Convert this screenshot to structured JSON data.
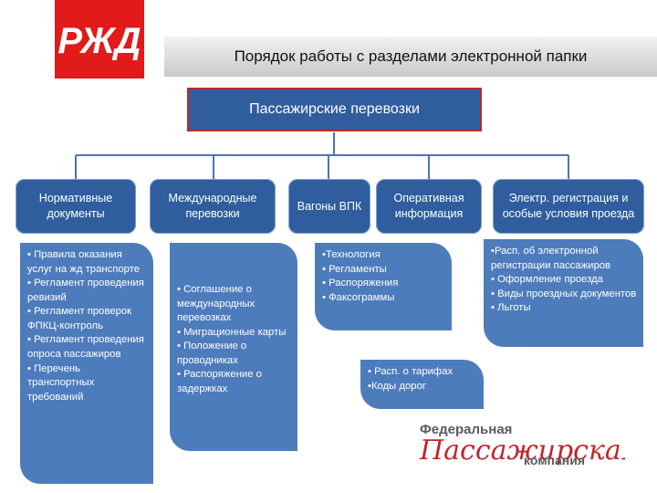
{
  "logo": {
    "icon": "rzd-logo-icon",
    "color": "#e21a1a"
  },
  "header": {
    "title": "Порядок работы с разделами электронной папки"
  },
  "root": {
    "label": "Пассажирские перевозки"
  },
  "categories": [
    {
      "label": "Нормативные документы",
      "items": "• Правила оказания услуг на жд транспорте\n• Регламент проведения ревизий\n• Регламент проверок ФПКЦ-контроль\n• Регламент проведения опроса пассажиров\n• Перечень транспортных требований"
    },
    {
      "label": "Международные перевозки",
      "items": "• Соглашение о международных перевозках\n• Миграционные карты\n• Положение о проводниках\n• Распоряжение о задержках"
    },
    {
      "label": "Вагоны ВПК",
      "items": "•Технология\n• Регламенты\n• Распоряжения\n• Факсограммы"
    },
    {
      "label": "Оперативная информация",
      "items": "• Расп. о тарифах\n•Коды дорог"
    },
    {
      "label": "Электр. регистрация и особые условия проезда",
      "items": "•Расп. об электронной регистрации пассажиров\n• Оформление проезда\n• Виды проездных документов\n• Льготы"
    }
  ],
  "brand": {
    "line1": "Федеральная",
    "script": "Пассажирская",
    "line2": "компания",
    "color": "#c0262d"
  }
}
